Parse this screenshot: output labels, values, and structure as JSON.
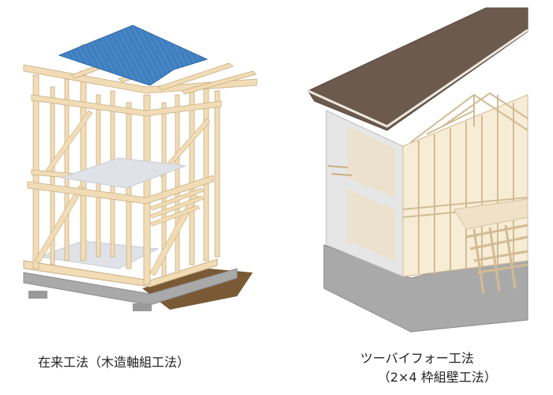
{
  "captions": {
    "left": "在来工法（木造軸組工法）",
    "right_line1": "ツーバイフォー工法",
    "right_line2": "（2×4 枠組壁工法）"
  },
  "colors": {
    "lumber": "#f1dcb6",
    "lumber_edge": "#c9ae82",
    "roof_blue": "#3f7fc0",
    "roof_brown": "#6b5a4d",
    "foundation": "#a9a9a9",
    "floor_panel": "#dfe3e8",
    "soil": "#7a5a35",
    "panel_wall": "#e6e6e6"
  }
}
